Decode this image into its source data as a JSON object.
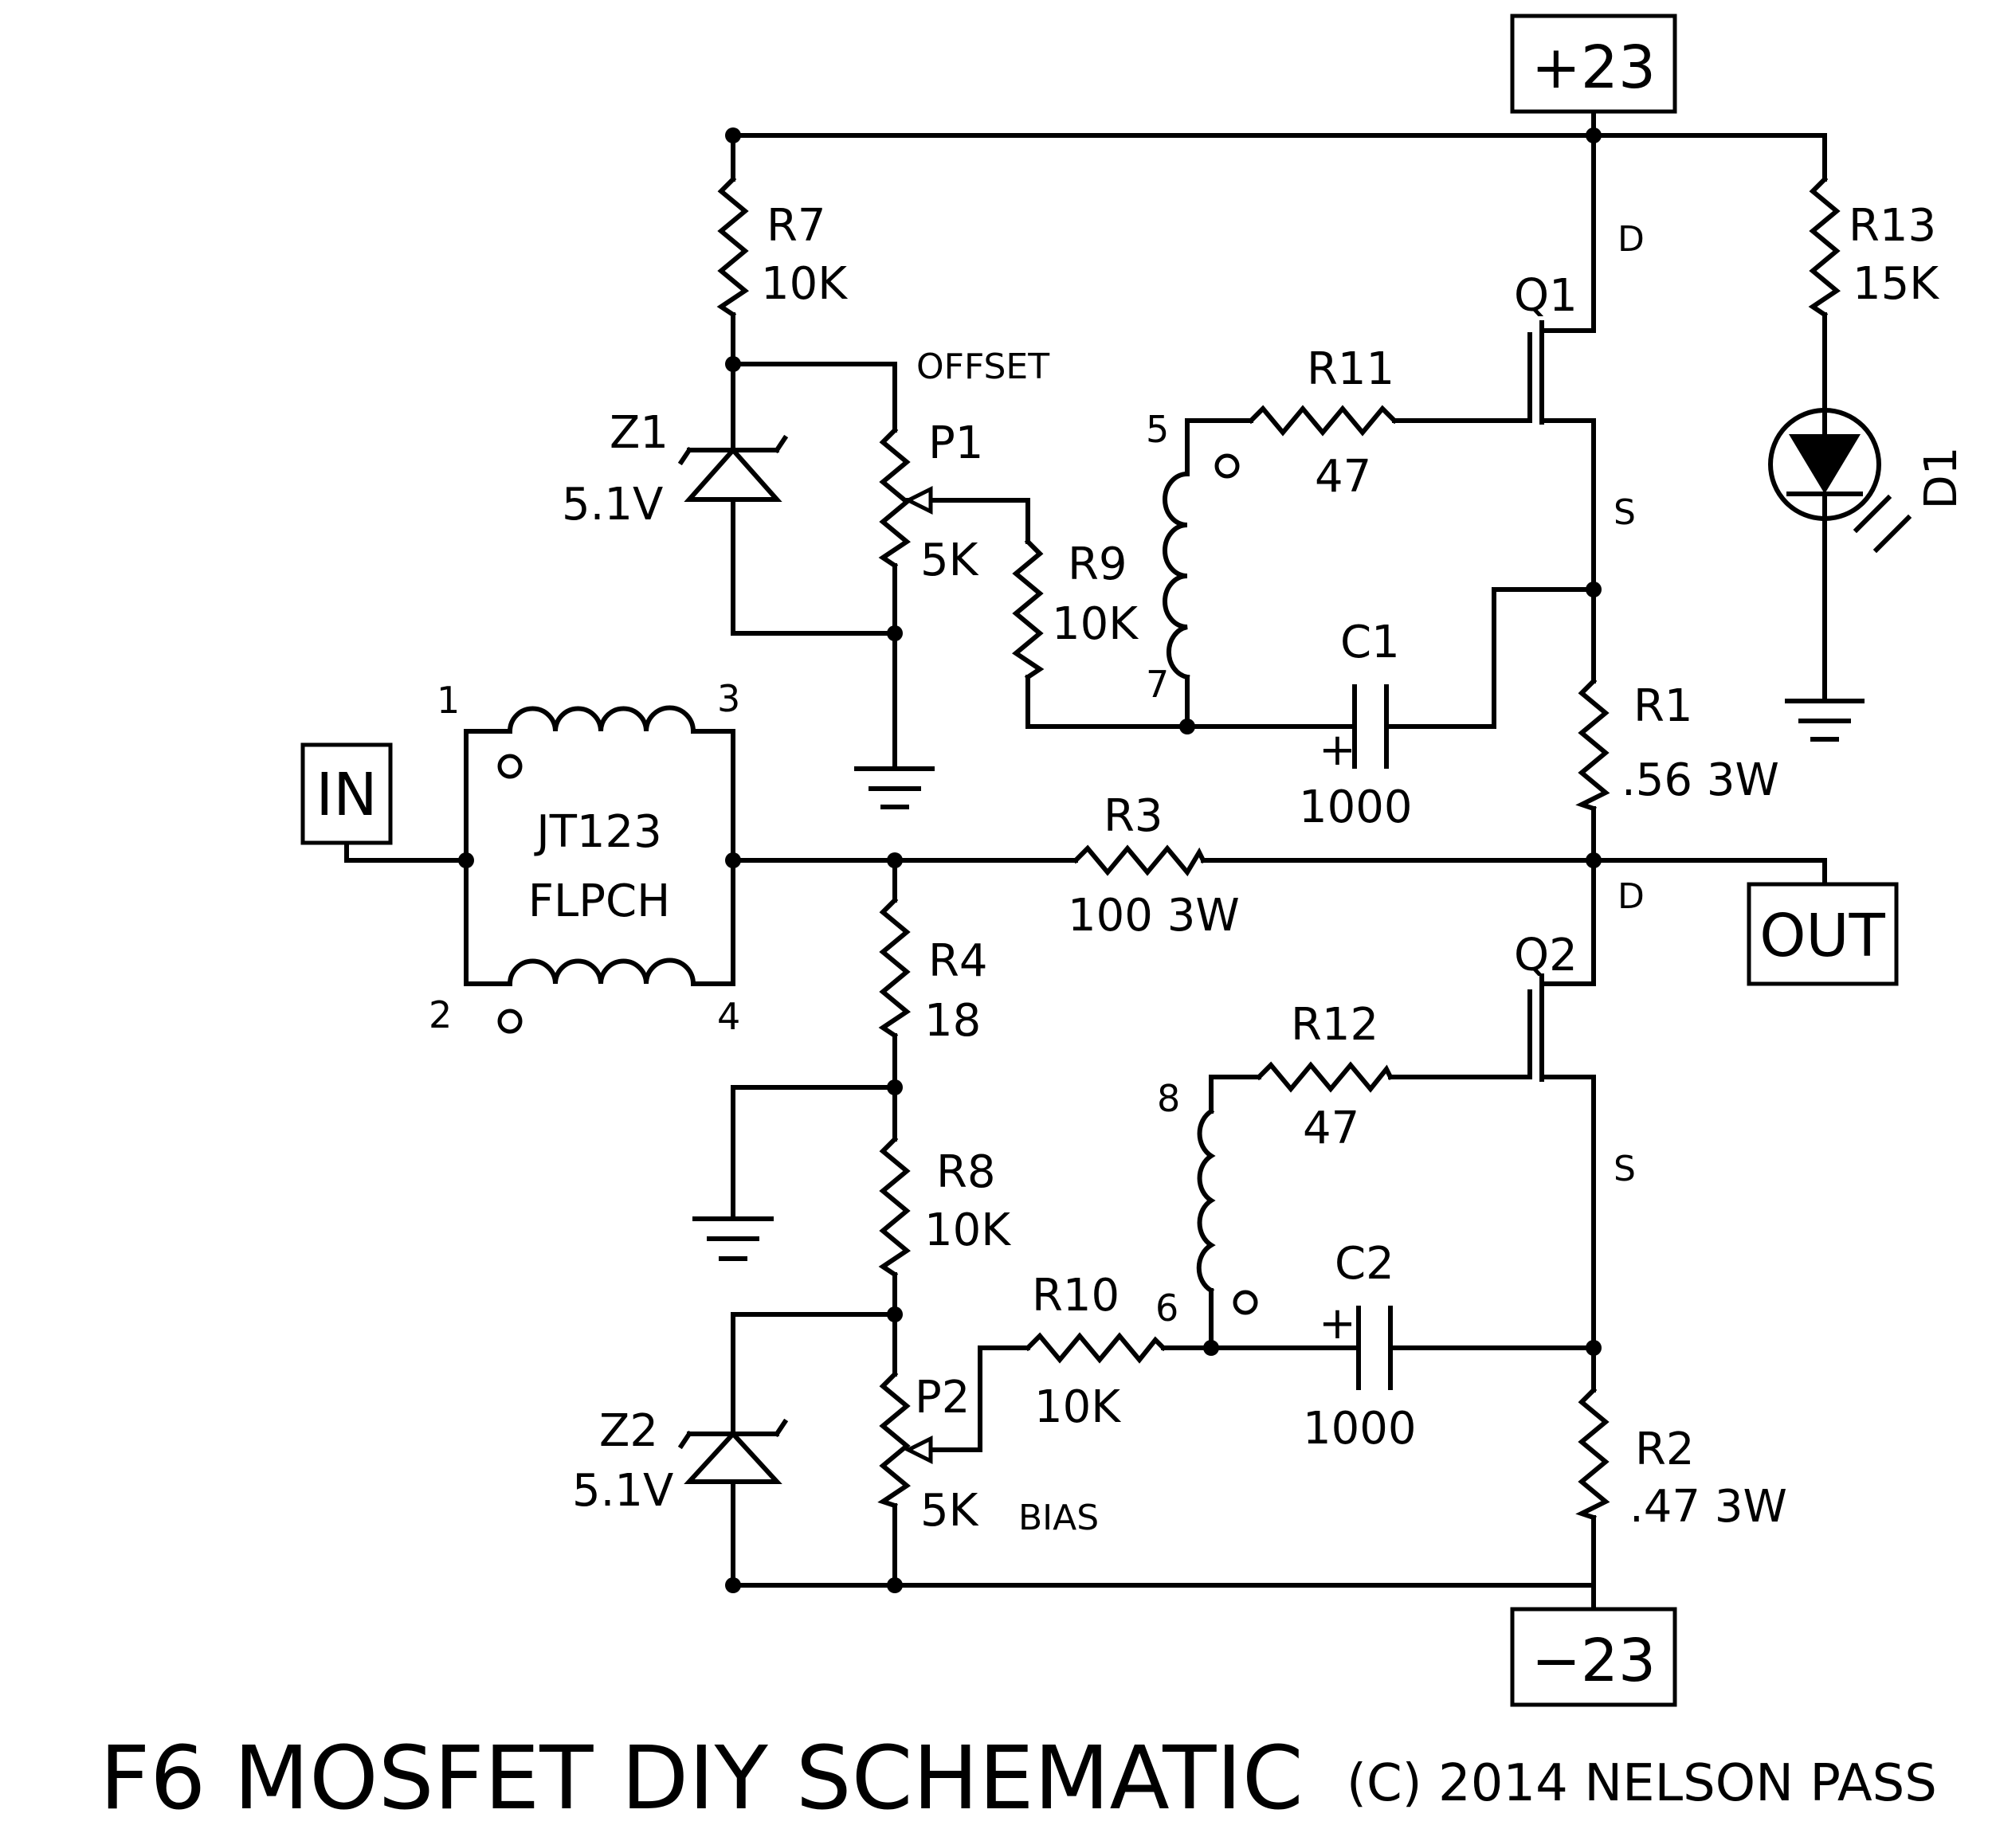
{
  "title": "F6 MOSFET DIY SCHEMATIC",
  "credit": "(C) 2014 NELSON PASS",
  "rails": {
    "positive": "+23",
    "negative": "−23"
  },
  "ports": {
    "input": "IN",
    "output": "OUT"
  },
  "transformer": {
    "name": "JT123",
    "type": "FLPCH",
    "pins": [
      "1",
      "2",
      "3",
      "4"
    ]
  },
  "secondary_pins": {
    "top_start": "5",
    "top_end": "7",
    "bottom_start": "8",
    "bottom_end": "6"
  },
  "components": {
    "R7": {
      "ref": "R7",
      "value": "10K"
    },
    "R13": {
      "ref": "R13",
      "value": "15K"
    },
    "Z1": {
      "ref": "Z1",
      "value": "5.1V"
    },
    "Z2": {
      "ref": "Z2",
      "value": "5.1V"
    },
    "P1": {
      "ref": "P1",
      "value": "5K",
      "function": "OFFSET"
    },
    "P2": {
      "ref": "P2",
      "value": "5K",
      "function": "BIAS"
    },
    "R9": {
      "ref": "R9",
      "value": "10K"
    },
    "R10": {
      "ref": "R10",
      "value": "10K"
    },
    "R11": {
      "ref": "R11",
      "value": "47"
    },
    "R12": {
      "ref": "R12",
      "value": "47"
    },
    "C1": {
      "ref": "C1",
      "value": "1000",
      "polarity": "+"
    },
    "C2": {
      "ref": "C2",
      "value": "1000",
      "polarity": "+"
    },
    "R1": {
      "ref": "R1",
      "value": ".56 3W"
    },
    "R2": {
      "ref": "R2",
      "value": ".47 3W"
    },
    "R3": {
      "ref": "R3",
      "value": "100 3W"
    },
    "R4": {
      "ref": "R4",
      "value": "18"
    },
    "R8": {
      "ref": "R8",
      "value": "10K"
    },
    "D1": {
      "ref": "D1"
    },
    "Q1": {
      "ref": "Q1",
      "drain": "D",
      "source": "S"
    },
    "Q2": {
      "ref": "Q2",
      "drain": "D",
      "source": "S"
    }
  },
  "icons": [
    "ground-icon",
    "zener-diode-icon",
    "led-icon",
    "mosfet-icon",
    "capacitor-icon",
    "resistor-icon",
    "potentiometer-icon",
    "transformer-icon"
  ]
}
